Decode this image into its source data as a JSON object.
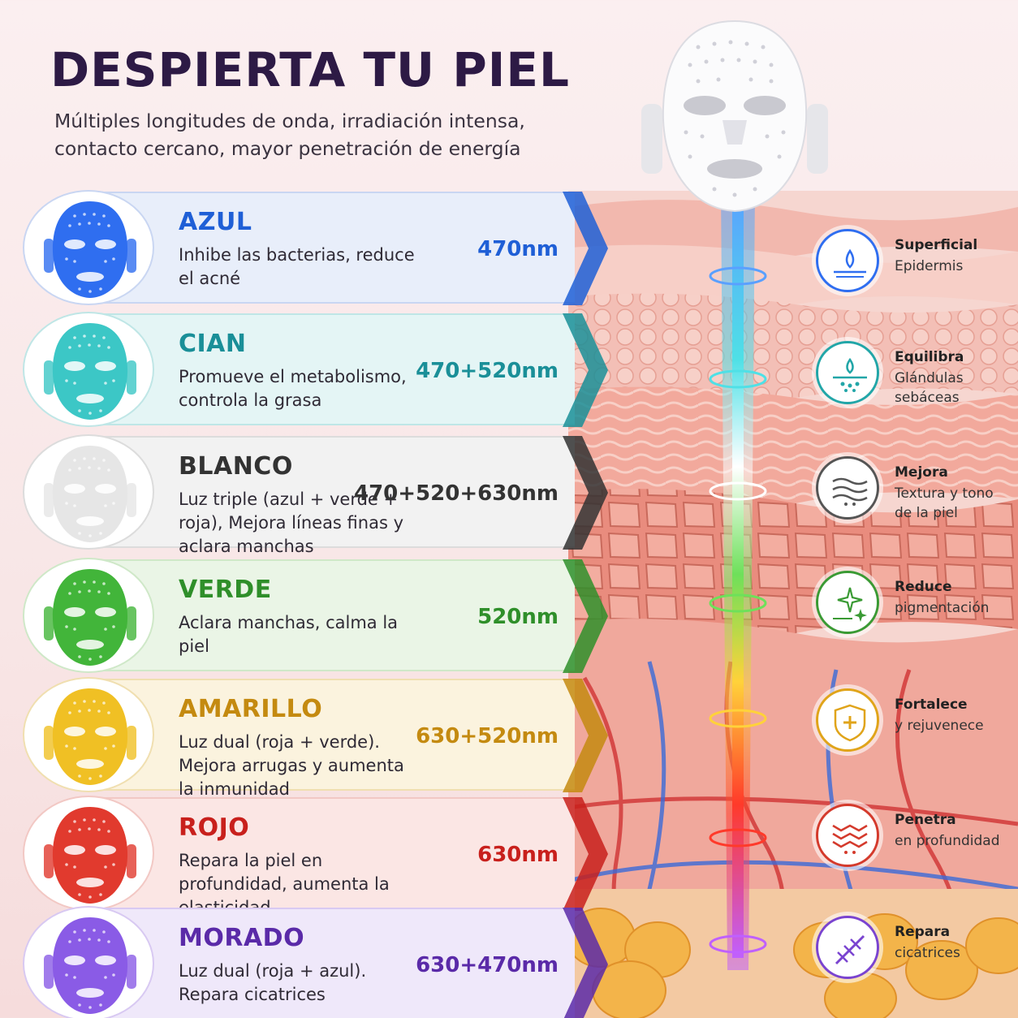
{
  "header": {
    "title": "DESPIERTA TU PIEL",
    "subtitle": "Múltiples longitudes de onda, irradiación intensa, contacto cercano, mayor penetración de energía"
  },
  "rows": [
    {
      "name": "AZUL",
      "desc": "Inhibe las bacterias, reduce el acné",
      "nm": "470nm",
      "color": "#1f5fd6",
      "mask": "#2f6ef0",
      "band": "#e8eefa",
      "border": "#c9d6f2",
      "icon": "blue-led-mask-icon"
    },
    {
      "name": "CIAN",
      "desc": "Promueve el metabolismo, controla la grasa",
      "nm": "470+520nm",
      "color": "#1a8f98",
      "mask": "#3cc7c6",
      "band": "#e4f5f5",
      "border": "#bfe6e6",
      "icon": "cyan-led-mask-icon"
    },
    {
      "name": "BLANCO",
      "desc": "Luz triple (azul + verde + roja), Mejora líneas finas y aclara manchas",
      "nm": "470+520+630nm",
      "color": "#333333",
      "mask": "#e6e6e6",
      "band": "#f2f2f2",
      "border": "#dcdcdc",
      "icon": "white-led-mask-icon"
    },
    {
      "name": "VERDE",
      "desc": "Aclara manchas, calma la piel",
      "nm": "520nm",
      "color": "#2f8f2a",
      "mask": "#42b53a",
      "band": "#eaf5e6",
      "border": "#cfe8c8",
      "icon": "green-led-mask-icon"
    },
    {
      "name": "AMARILLO",
      "desc": "Luz dual (roja + verde). Mejora arrugas y aumenta la inmunidad",
      "nm": "630+520nm",
      "color": "#c48a10",
      "mask": "#f0c024",
      "band": "#fbf3de",
      "border": "#f0dfb0",
      "icon": "yellow-led-mask-icon"
    },
    {
      "name": "ROJO",
      "desc": "Repara la piel en profundidad, aumenta la elasticidad",
      "nm": "630nm",
      "color": "#c8201c",
      "mask": "#e13a2e",
      "band": "#fbe6e4",
      "border": "#f2c8c4",
      "icon": "red-led-mask-icon"
    },
    {
      "name": "MORADO",
      "desc": "Luz dual (roja + azul). Repara cicatrices",
      "nm": "630+470nm",
      "color": "#5a2aa8",
      "mask": "#8a5be6",
      "band": "#efe8fa",
      "border": "#d8c9f2",
      "icon": "purple-led-mask-icon"
    }
  ],
  "benefits": [
    {
      "t1": "Superficial",
      "t2": "Epidermis",
      "color": "#2f6ef0",
      "icon": "droplet-layer-icon"
    },
    {
      "t1": "Equilibra",
      "t2": "Glándulas\nsebáceas",
      "color": "#22a6a8",
      "icon": "sebaceous-drop-icon"
    },
    {
      "t1": "Mejora",
      "t2": "Textura y tono\nde la piel",
      "color": "#555555",
      "icon": "wave-texture-icon"
    },
    {
      "t1": "Reduce",
      "t2": "pigmentación",
      "color": "#3a9a34",
      "icon": "sparkle-icon"
    },
    {
      "t1": "Fortalece",
      "t2": "y rejuvenece",
      "color": "#e0a41a",
      "icon": "shield-plus-icon"
    },
    {
      "t1": "Penetra",
      "t2": "en profundidad",
      "color": "#d43a2c",
      "icon": "deep-wave-icon"
    },
    {
      "t1": "Repara",
      "t2": "cicatrices",
      "color": "#7a44d0",
      "icon": "stitch-scar-icon"
    }
  ]
}
